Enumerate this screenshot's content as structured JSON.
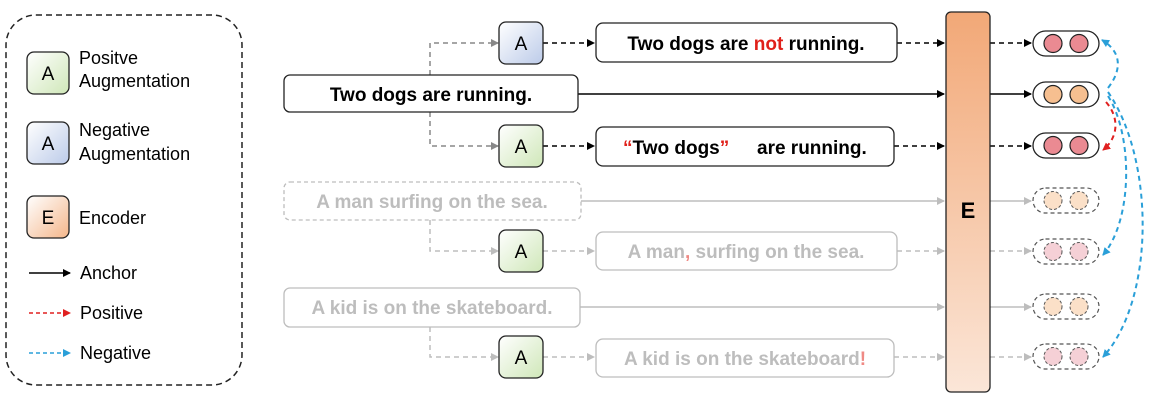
{
  "legend": {
    "positive_aug": {
      "icon": "A",
      "line1": "Positve",
      "line2": "Augmentation"
    },
    "negative_aug": {
      "icon": "A",
      "line1": "Negative",
      "line2": "Augmentation"
    },
    "encoder": {
      "icon": "E",
      "label": "Encoder"
    },
    "anchor_label": "Anchor",
    "positive_label": "Positive",
    "negative_label": "Negative"
  },
  "augment_icon": "A",
  "encoder_label": "E",
  "sentences": {
    "anchor": "Two dogs are running.",
    "negative_pre": "Two dogs are ",
    "negative_word": "not",
    "negative_post": " running.",
    "positive_q1": "“",
    "positive_mid": "Two dogs",
    "positive_q2": "”",
    "positive_rest": "are running.",
    "s2": "A man surfing on the sea.",
    "s2_aug_pre": "A man",
    "s2_aug_mark": ",",
    "s2_aug_post": " surfing on the sea.",
    "s3": "A kid is on the skateboard.",
    "s3_aug_pre": "A kid is on the skateboard",
    "s3_aug_mark": "!"
  },
  "colors": {
    "positive_aug_fill": "#d9ecc8",
    "negative_aug_fill": "#c9d6ee",
    "encoder_fill": "#f5b98e",
    "red_text": "#e0201a",
    "positive_arrow": "#e02020",
    "negative_arrow": "#2a9fd8",
    "faded": "#bdbdbd",
    "emb_red": "#ea8a92",
    "emb_orange": "#f6bf90"
  }
}
